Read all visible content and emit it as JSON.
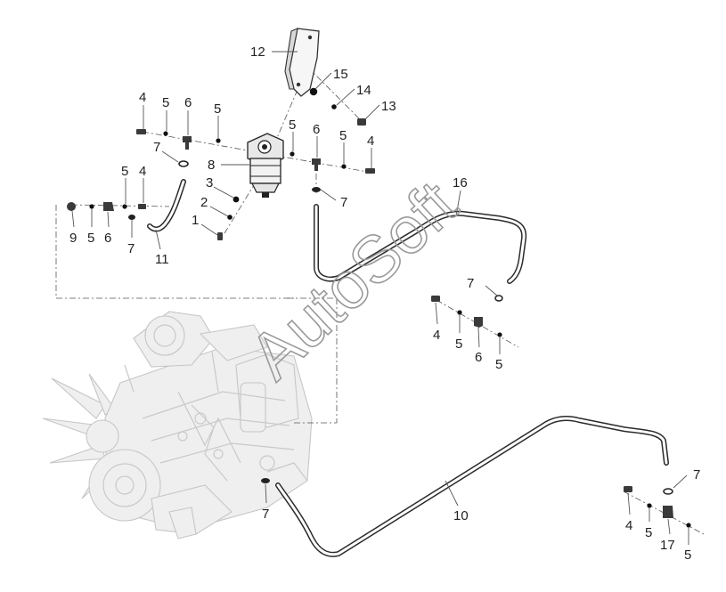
{
  "watermark": "AutoSoft",
  "callouts": [
    {
      "id": "c12",
      "text": "12"
    },
    {
      "id": "c15",
      "text": "15"
    },
    {
      "id": "c14",
      "text": "14"
    },
    {
      "id": "c13",
      "text": "13"
    },
    {
      "id": "c4a",
      "text": "4"
    },
    {
      "id": "c5a",
      "text": "5"
    },
    {
      "id": "c6a",
      "text": "6"
    },
    {
      "id": "c5b",
      "text": "5"
    },
    {
      "id": "c7a",
      "text": "7"
    },
    {
      "id": "c8",
      "text": "8"
    },
    {
      "id": "c5c",
      "text": "5"
    },
    {
      "id": "c6b",
      "text": "6"
    },
    {
      "id": "c5d",
      "text": "5"
    },
    {
      "id": "c4b",
      "text": "4"
    },
    {
      "id": "c7b",
      "text": "7"
    },
    {
      "id": "c3",
      "text": "3"
    },
    {
      "id": "c2",
      "text": "2"
    },
    {
      "id": "c1",
      "text": "1"
    },
    {
      "id": "c5e",
      "text": "5"
    },
    {
      "id": "c4c",
      "text": "4"
    },
    {
      "id": "c9",
      "text": "9"
    },
    {
      "id": "c5f",
      "text": "5"
    },
    {
      "id": "c6c",
      "text": "6"
    },
    {
      "id": "c7c",
      "text": "7"
    },
    {
      "id": "c11",
      "text": "11"
    },
    {
      "id": "c16",
      "text": "16"
    },
    {
      "id": "c7d",
      "text": "7"
    },
    {
      "id": "c4d",
      "text": "4"
    },
    {
      "id": "c5g",
      "text": "5"
    },
    {
      "id": "c6d",
      "text": "6"
    },
    {
      "id": "c5h",
      "text": "5"
    },
    {
      "id": "c7e",
      "text": "7"
    },
    {
      "id": "c10",
      "text": "10"
    },
    {
      "id": "c7f",
      "text": "7"
    },
    {
      "id": "c4e",
      "text": "4"
    },
    {
      "id": "c5i",
      "text": "5"
    },
    {
      "id": "c17",
      "text": "17"
    },
    {
      "id": "c5j",
      "text": "5"
    }
  ]
}
